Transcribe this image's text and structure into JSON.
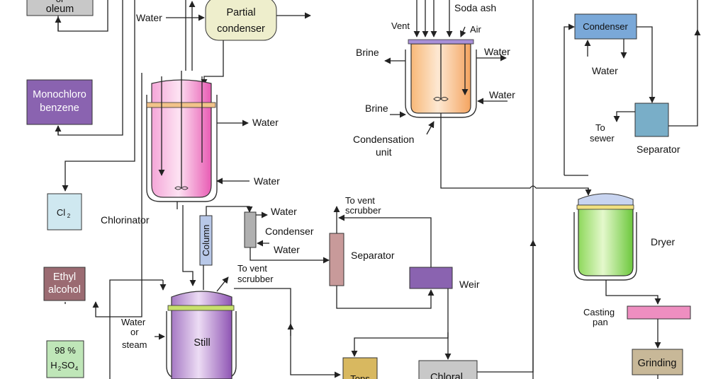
{
  "boxes": {
    "oleum": "oleum",
    "oleum_top": "or",
    "monochloro_1": "Monochloro",
    "monochloro_2": "benzene",
    "cl2": "Cl",
    "cl2_sub": "2",
    "ethyl_1": "Ethyl",
    "ethyl_2": "alcohol",
    "h2so4_1": "98 %",
    "h2so4_h": "H",
    "h2so4_2": "2",
    "h2so4_so": "SO",
    "h2so4_4": "4",
    "partial_1": "Partial",
    "partial_2": "condenser",
    "condenser_right": "Condenser",
    "tops": "Tops",
    "chloral": "Chloral",
    "casting_pan": "",
    "grinding": "Grinding",
    "column": "Column",
    "still": "Still"
  },
  "labels": {
    "water_1": "Water",
    "water_2": "Water",
    "water_3": "Water",
    "water_4": "Water",
    "water_5": "Water",
    "water_6": "Water",
    "water_7": "Water",
    "water_8": "Water",
    "soda_ash": "Soda ash",
    "vent": "Vent",
    "air": "Air",
    "brine_1": "Brine",
    "brine_2": "Brine",
    "condensation_1": "Condensation",
    "condensation_2": "unit",
    "chlorinator": "Chlorinator",
    "condenser_mid": "Condenser",
    "to_vent_1a": "To vent",
    "to_vent_1b": "scrubber",
    "to_vent_2a": "To vent",
    "to_vent_2b": "scrubber",
    "separator_mid": "Separator",
    "separator_right": "Separator",
    "weir": "Weir",
    "to_sewer_1": "To",
    "to_sewer_2": "sewer",
    "dryer": "Dryer",
    "casting_1": "Casting",
    "casting_2": "pan",
    "water_or": "Water",
    "water_or_2": "or",
    "water_or_3": "steam"
  },
  "colors": {
    "gray_box": "#c8c8c8",
    "purple_box": "#8a63b0",
    "cl2_box": "#cfe8f0",
    "ethyl_box": "#9b6b72",
    "h2so4_box": "#bfe6b8",
    "partial_condenser": "#eeeecc",
    "condenser_blue": "#7aa8d8",
    "separator_blue": "#79aec8",
    "separator_brown": "#c89a9a",
    "weir_purple": "#8a63b0",
    "column_blue": "#b8c8e8",
    "tops_yellow": "#d8b860",
    "casting_pink": "#ee8ec0",
    "grinding_tan": "#c8b898",
    "chlorinator_pink": "#f08cc8",
    "still_purple": "#b98ad0",
    "condensation_orange": "#f8c48c",
    "dryer_green": "#a8e078"
  }
}
